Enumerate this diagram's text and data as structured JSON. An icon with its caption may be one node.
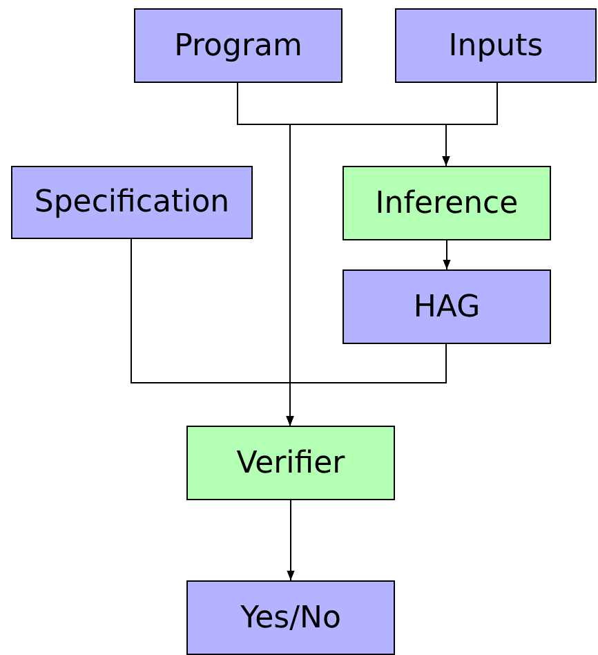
{
  "diagram": {
    "nodes": [
      {
        "text": [
          "Program"
        ]
      },
      {
        "text": [
          "Inputs"
        ]
      },
      {
        "text": [
          "Specification"
        ]
      },
      {
        "text": [
          "Inference"
        ]
      },
      {
        "text": [
          "HAG"
        ]
      },
      {
        "text": [
          "Verifier"
        ]
      },
      {
        "text": [
          "Yes/No"
        ]
      }
    ],
    "edges": [
      {
        "from": 0,
        "to": 3,
        "arrow": "to"
      },
      {
        "from": 1,
        "to": 3,
        "arrow": "to"
      },
      {
        "from": 0,
        "to": 5,
        "arrow": "to"
      },
      {
        "from": 1,
        "to": 5,
        "arrow": "to"
      },
      {
        "from": 3,
        "to": 4,
        "arrow": "to"
      },
      {
        "from": 2,
        "to": 5,
        "arrow": "to"
      },
      {
        "from": 4,
        "to": 5,
        "arrow": "to"
      },
      {
        "from": 5,
        "to": 6,
        "arrow": "to"
      }
    ]
  }
}
